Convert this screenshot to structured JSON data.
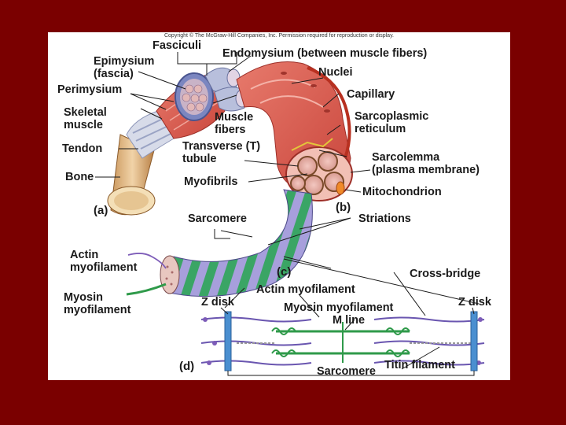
{
  "copyright": "Copyright © The McGraw-Hill Companies, Inc. Permission required for reproduction or display.",
  "labels": {
    "fasciculi": "Fasciculi",
    "endomysium": "Endomysium (between muscle fibers)",
    "epimysium_1": "Epimysium",
    "epimysium_2": "(fascia)",
    "nuclei": "Nuclei",
    "perimysium": "Perimysium",
    "capillary": "Capillary",
    "skeletal_1": "Skeletal",
    "skeletal_2": "muscle",
    "muscle_fibers_1": "Muscle",
    "muscle_fibers_2": "fibers",
    "sarcoplasmic_1": "Sarcoplasmic",
    "sarcoplasmic_2": "reticulum",
    "tendon": "Tendon",
    "ttubule_1": "Transverse (T)",
    "ttubule_2": "tubule",
    "sarcolemma_1": "Sarcolemma",
    "sarcolemma_2": "(plasma membrane)",
    "bone": "Bone",
    "myofibrils": "Myofibrils",
    "mitochondrion": "Mitochondrion",
    "sarcomere_top": "Sarcomere",
    "striations": "Striations",
    "actin_1": "Actin",
    "actin_2": "myofilament",
    "myosin_1": "Myosin",
    "myosin_2": "myofilament",
    "cross_bridge": "Cross-bridge",
    "actin_myofilament": "Actin myofilament",
    "z_disk_left": "Z disk",
    "z_disk_right": "Z disk",
    "myosin_myofilament": "Myosin myofilament",
    "m_line": "M line",
    "titin": "Titin filament",
    "sarcomere_bottom": "Sarcomere"
  },
  "panels": {
    "a": "(a)",
    "b": "(b)",
    "c": "(c)",
    "d": "(d)"
  },
  "colors": {
    "frame": "#7a0000",
    "muscle": "#d8554a",
    "connective": "#a9b4d6",
    "bone": "#e8c290",
    "myofibril_green": "#3aa565",
    "myofibril_lavender": "#9c94d4",
    "myosin": "#2f9a4a",
    "actin": "#7d5cb8",
    "z_disk": "#4a8fd0"
  }
}
